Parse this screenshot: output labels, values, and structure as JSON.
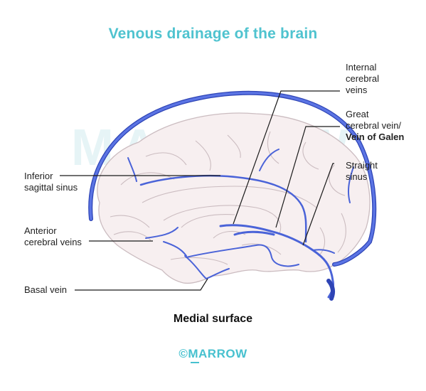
{
  "title": "Venous drainage of the brain",
  "subtitle": "Medial surface",
  "watermark": "MARROW",
  "logo": "©MARROW",
  "labels": {
    "internal_cerebral_veins": [
      "Internal",
      "cerebral",
      "veins"
    ],
    "great_cerebral_vein": [
      "Great",
      "cerebral vein/"
    ],
    "vein_of_galen": "Vein of Galen",
    "straight_sinus": [
      "Straight",
      "sinus"
    ],
    "inferior_sagittal_sinus": [
      "Inferior",
      "sagittal sinus"
    ],
    "anterior_cerebral_veins": [
      "Anterior",
      "cerebral veins"
    ],
    "basal_vein": "Basal vein"
  },
  "colors": {
    "title": "#4fc3cf",
    "vein": "#4a63d8",
    "vein_outline": "#2e44b5",
    "brain_fill": "#f7eff0",
    "brain_line": "#cbbcc0",
    "leader": "#1a1a1a",
    "logo": "#47c1cf"
  }
}
